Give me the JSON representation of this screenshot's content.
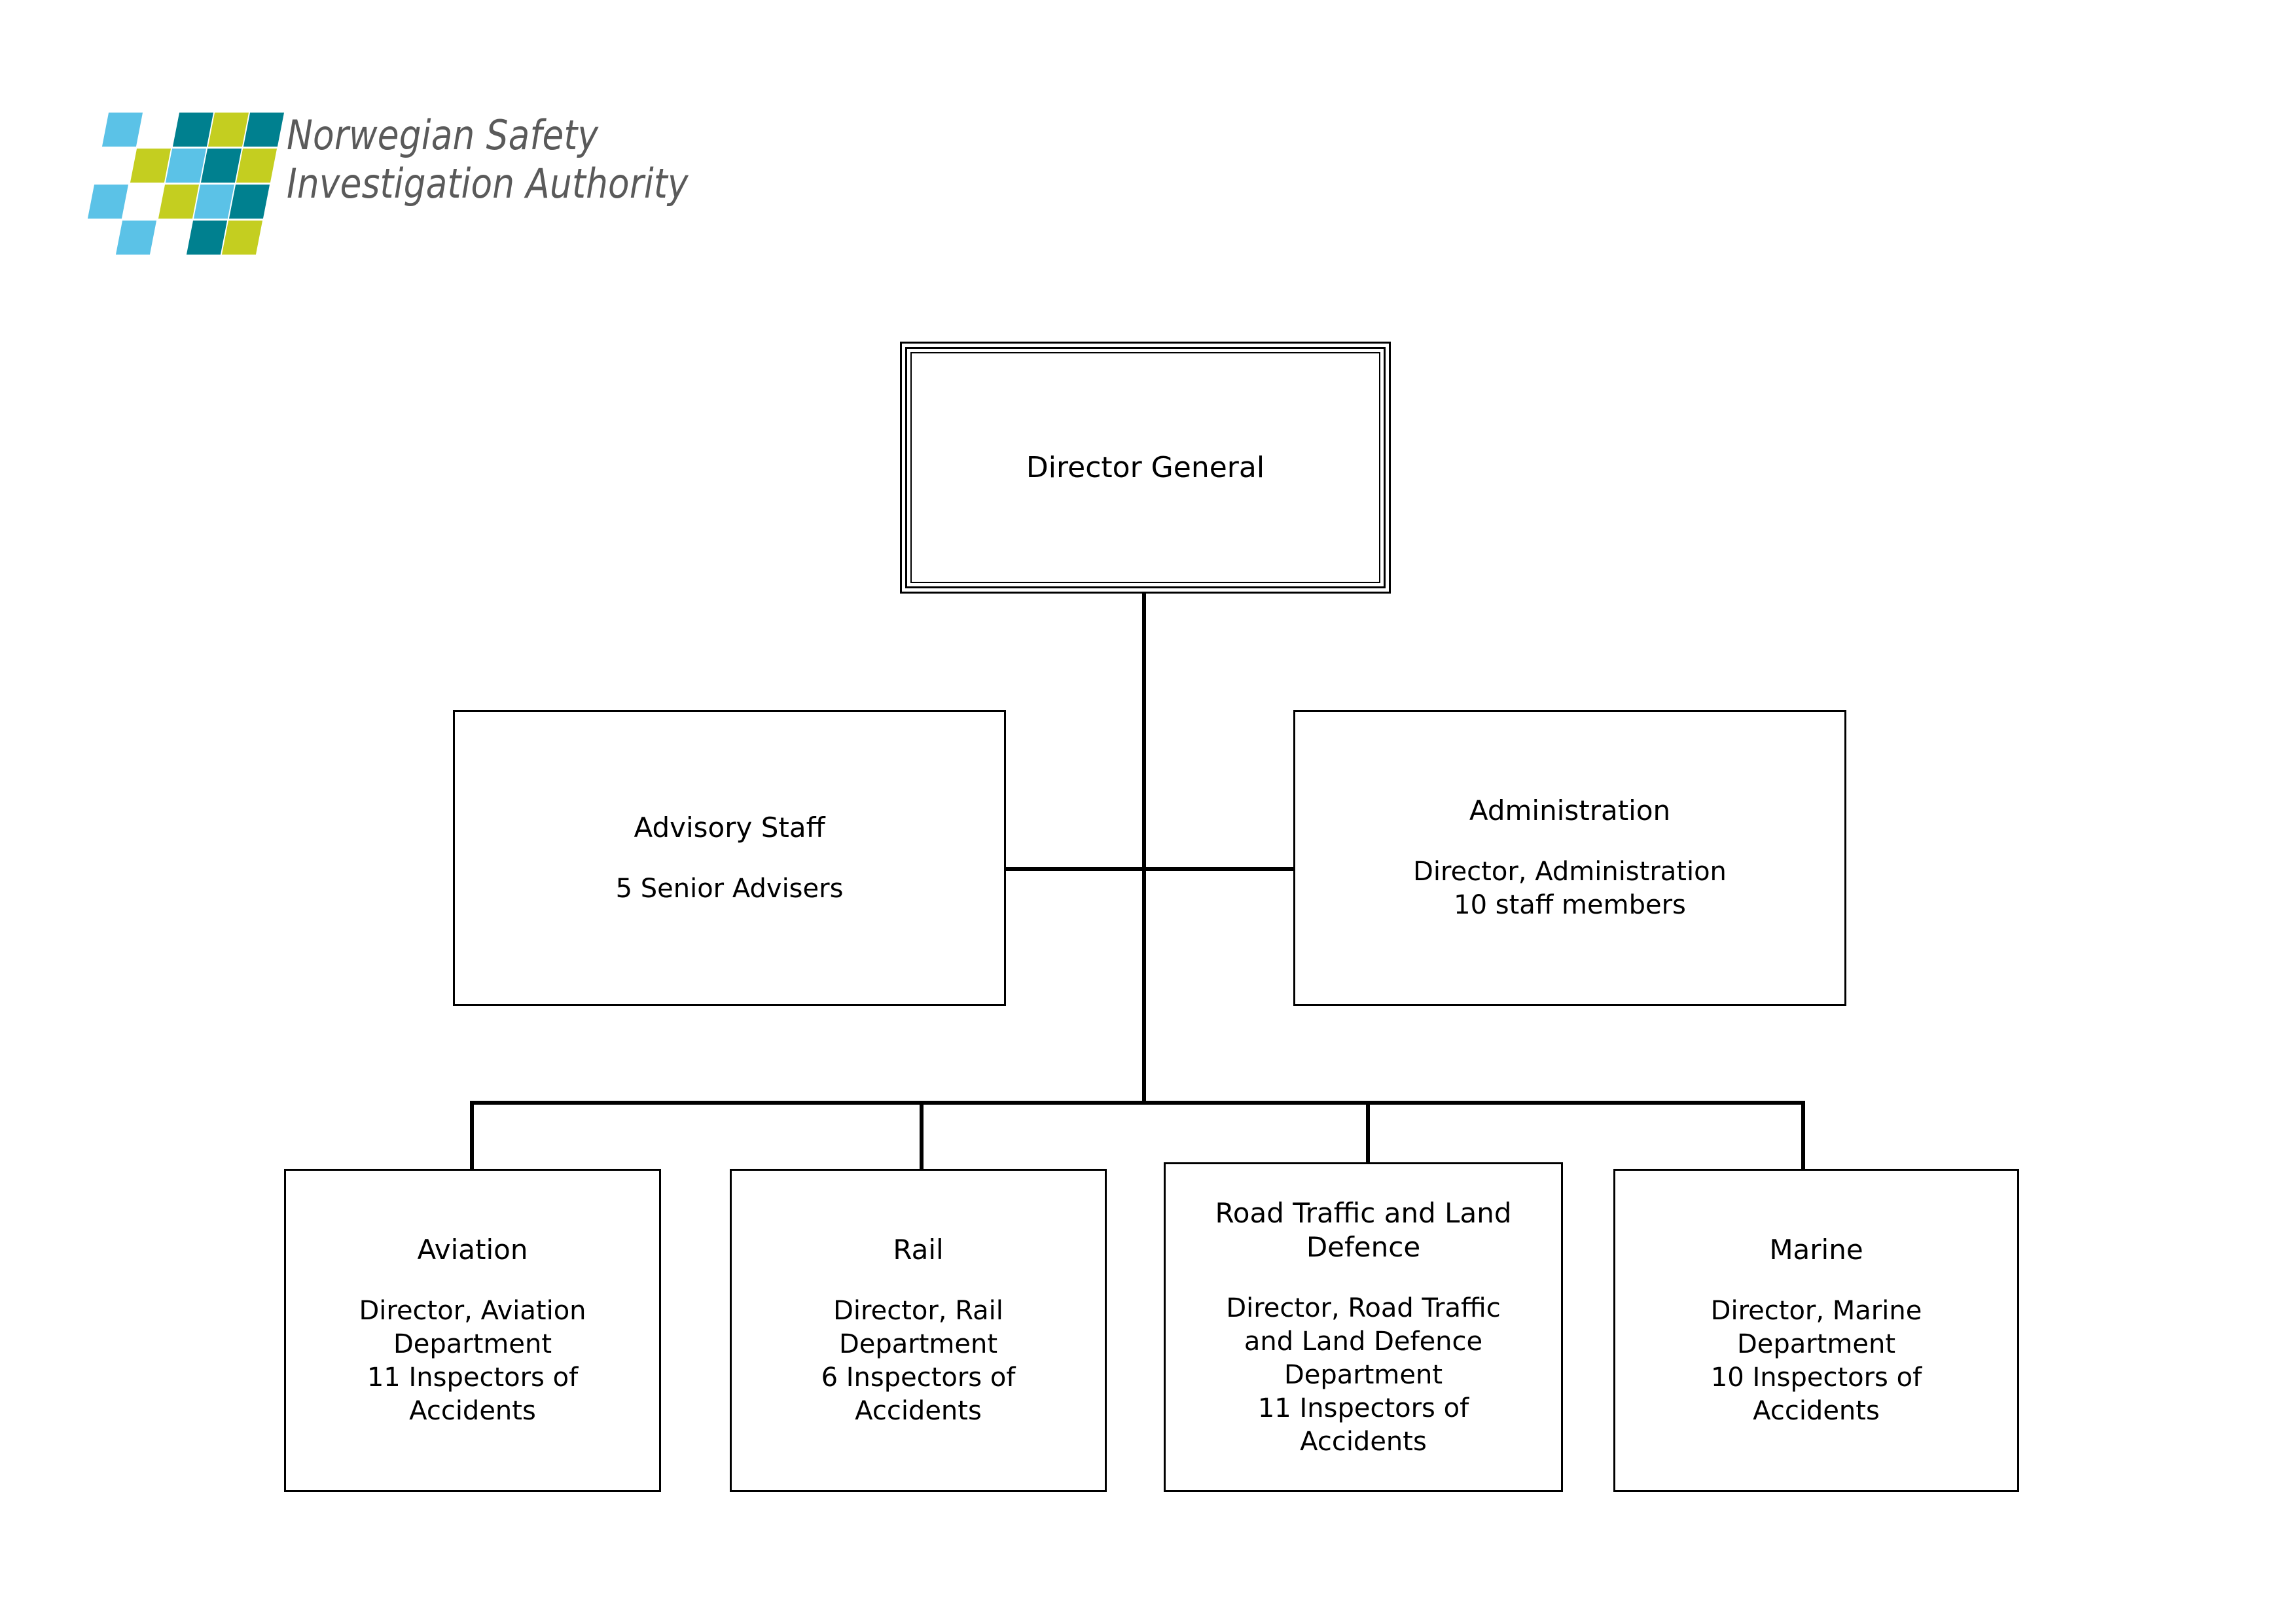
{
  "logo": {
    "name": "norwegian-safety-investigation-authority-logo",
    "wordmark_line1": "Norwegian Safety",
    "wordmark_line2": "Investigation Authority",
    "text_color": "#5a5a5a",
    "colors": {
      "light_blue": "#5bc2e7",
      "teal": "#00808f",
      "lime": "#c4ce20"
    },
    "tiles": [
      {
        "row": 0,
        "col": 0,
        "color": "#5bc2e7"
      },
      {
        "row": 0,
        "col": 2,
        "color": "#00808f"
      },
      {
        "row": 0,
        "col": 3,
        "color": "#c4ce20"
      },
      {
        "row": 0,
        "col": 4,
        "color": "#00808f"
      },
      {
        "row": 1,
        "col": 1,
        "color": "#c4ce20"
      },
      {
        "row": 1,
        "col": 2,
        "color": "#5bc2e7"
      },
      {
        "row": 1,
        "col": 3,
        "color": "#00808f"
      },
      {
        "row": 1,
        "col": 4,
        "color": "#c4ce20"
      },
      {
        "row": 2,
        "col": 0,
        "color": "#5bc2e7"
      },
      {
        "row": 2,
        "col": 2,
        "color": "#c4ce20"
      },
      {
        "row": 2,
        "col": 3,
        "color": "#5bc2e7"
      },
      {
        "row": 2,
        "col": 4,
        "color": "#00808f"
      },
      {
        "row": 3,
        "col": 1,
        "color": "#5bc2e7"
      },
      {
        "row": 3,
        "col": 3,
        "color": "#00808f"
      },
      {
        "row": 3,
        "col": 4,
        "color": "#c4ce20"
      }
    ]
  },
  "chart_data": {
    "type": "diagram",
    "subtype": "organizational-chart",
    "title": "Norwegian Safety Investigation Authority organisation chart",
    "line_color": "#000000",
    "box_fill": "#ffffff",
    "nodes": [
      {
        "id": "director-general",
        "level": 0,
        "title": "Director General",
        "detail": "",
        "emphasis": "double-border"
      },
      {
        "id": "advisory-staff",
        "level": 1,
        "title": "Advisory Staff",
        "detail": "5 Senior Advisers",
        "emphasis": "single-border"
      },
      {
        "id": "administration",
        "level": 1,
        "title": "Administration",
        "detail": "Director, Administration\n10 staff members",
        "emphasis": "single-border"
      },
      {
        "id": "aviation",
        "level": 2,
        "title": "Aviation",
        "detail": "Director, Aviation\nDepartment\n11 Inspectors of\nAccidents",
        "emphasis": "single-border"
      },
      {
        "id": "rail",
        "level": 2,
        "title": "Rail",
        "detail": "Director, Rail\nDepartment\n6 Inspectors of\nAccidents",
        "emphasis": "single-border"
      },
      {
        "id": "road-traffic-and-land-defence",
        "level": 2,
        "title": "Road Traffic and Land\nDefence",
        "detail": "Director, Road Traffic\nand Land Defence\nDepartment\n11 Inspectors of\nAccidents",
        "emphasis": "single-border"
      },
      {
        "id": "marine",
        "level": 2,
        "title": "Marine",
        "detail": "Director, Marine\nDepartment\n10 Inspectors of\nAccidents",
        "emphasis": "single-border"
      }
    ],
    "edges": [
      {
        "from": "director-general",
        "to": "advisory-staff"
      },
      {
        "from": "director-general",
        "to": "administration"
      },
      {
        "from": "director-general",
        "to": "aviation"
      },
      {
        "from": "director-general",
        "to": "rail"
      },
      {
        "from": "director-general",
        "to": "road-traffic-and-land-defence"
      },
      {
        "from": "director-general",
        "to": "marine"
      }
    ],
    "staff_counts": {
      "senior_advisers": 5,
      "administration_staff_members": 10,
      "aviation_inspectors": 11,
      "rail_inspectors": 6,
      "road_traffic_and_land_defence_inspectors": 11,
      "marine_inspectors": 10
    }
  }
}
